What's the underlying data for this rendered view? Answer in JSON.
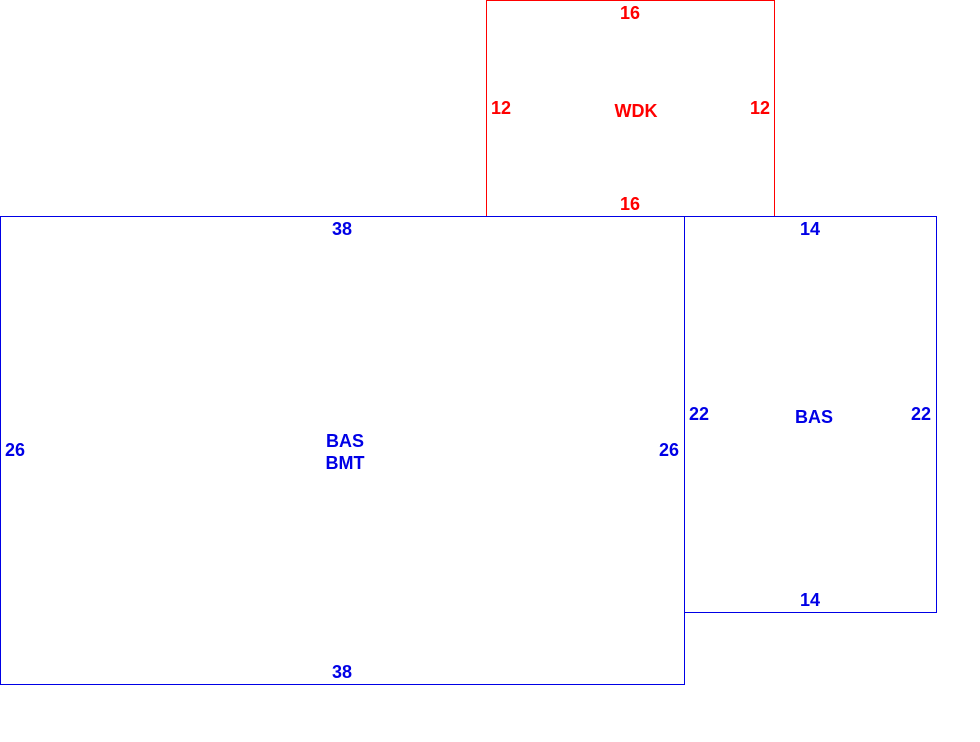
{
  "colors": {
    "deck": "#ff0000",
    "base": "#0000e6"
  },
  "areas": {
    "wdk": {
      "code": "WDK",
      "top": "16",
      "bottom": "16",
      "left": "12",
      "right": "12"
    },
    "bas_main": {
      "code1": "BAS",
      "code2": "BMT",
      "top": "38",
      "bottom": "38",
      "left": "26",
      "right": "26"
    },
    "bas_side": {
      "code": "BAS",
      "top": "14",
      "bottom": "14",
      "left": "22",
      "right": "22"
    }
  }
}
